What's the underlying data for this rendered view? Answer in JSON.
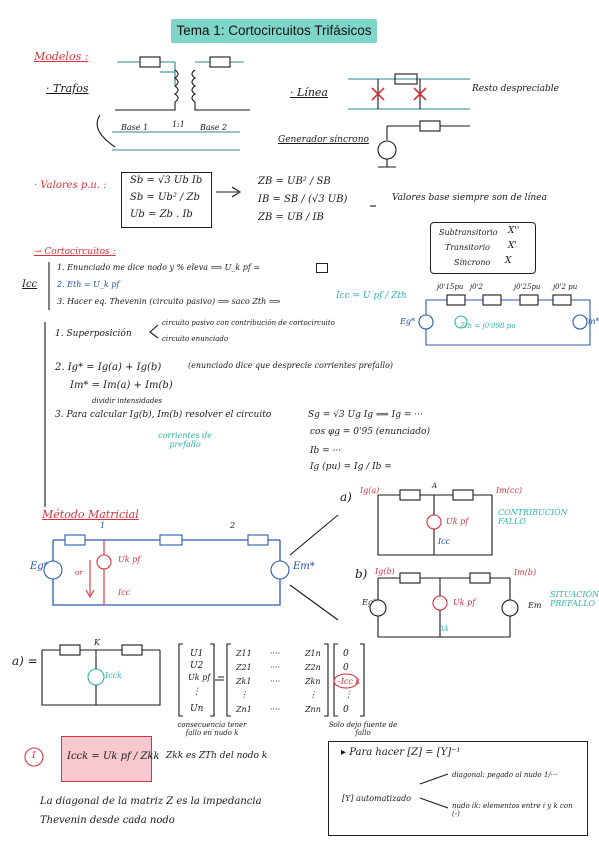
{
  "title": "Tema 1: Cortocircuitos Trifásicos",
  "modelos": {
    "heading": "Modelos :",
    "trafos": "· Trafos",
    "base1": "Base 1",
    "ratio": "1:1",
    "base2": "Base 2",
    "linea": "· Línea",
    "resto": "Resto despreciable",
    "generador": "Generador síncrono"
  },
  "valores_pu": {
    "heading": "· Valores p.u. :",
    "eq1": "Sb = √3 Ub Ib",
    "eq2": "Sb = Ub² / Zb",
    "eq3": "Ub = Zb . Ib",
    "r1": "ZB = UB² / SB",
    "r2": "IB = SB / (√3 UB)",
    "r3": "ZB = UB / IB",
    "note": "Valores base siempre son de línea"
  },
  "reactancias": {
    "sub": "Subtransitorio",
    "sub_sym": "X''",
    "trans": "Transitorio",
    "trans_sym": "X'",
    "sinc": "Síncrono",
    "sinc_sym": "X"
  },
  "cortocircuitos": {
    "heading": "→ Cortocircuitos :",
    "icc": "Icc",
    "step1": "1. Enunciado me dice nodo y % eleva ⟹ U_k pf =",
    "step2": "2. Eth = U_k pf",
    "step3": "3. Hacer eq. Thevenin (circuito pasivo) ⟹ saco Zth ⟹",
    "icc_eq": "Icc = U pf / Zth",
    "circ_labels": [
      "j0'15pu",
      "j0'2",
      "j0'25pu",
      "j0'2 pu"
    ],
    "zth_label": "Zth = j0'098 pu",
    "eg": "Eg*",
    "em": "Em*"
  },
  "superposicion": {
    "s1": "1. Superposición",
    "s1a": "circuito pasivo con contribución de cortocircuito",
    "s1b": "circuito enunciado",
    "s2": "2. Ig* = Ig(a) + Ig(b)",
    "s2b": "Im* = Im(a) + Im(b)",
    "s2note": "(enunciado dice que desprecie corrientes prefallo)",
    "s2sub": "dividir intensidades",
    "s3": "3. Para calcular Ig(b), Im(b) resolver el circuito",
    "s3sub": "corrientes de prefallo",
    "r1": "Sg = √3 Ug Ig ⟹ Ig = ···",
    "r2": "cos φg = 0'95 (enunciado)",
    "r3": "Ib = ···",
    "r4": "Ig (pu) = Ig / Ib ="
  },
  "matricial": {
    "heading": "Método Matricial",
    "node1": "1",
    "node2": "2",
    "eg": "Eg*",
    "em": "Em*",
    "uk": "Uk pf",
    "icc": "Icc",
    "or": "or",
    "a_label": "a)",
    "b_label": "b)",
    "a_top_g": "Ig(a)",
    "a_top_m": "Im(cc)",
    "a_node": "A",
    "a_uk": "Uk pf",
    "a_icc": "Icc",
    "contrib": "CONTRIBUCIÓN FALLO",
    "b_top_g": "Ig(b)",
    "b_top_m": "Im(b)",
    "b_uk": "Uk pf",
    "b_0a": "0A",
    "b_eg": "Eg*",
    "b_em": "Em",
    "situacion": "SITUACIÓN PREFALLO"
  },
  "matriz": {
    "a_label": "a) =",
    "k": "K",
    "icck": "Icck",
    "u_vec": [
      "U1",
      "U2",
      "Uk pf",
      "⋮",
      "Un"
    ],
    "z_rows": [
      [
        "Z11",
        "····",
        "Z1n"
      ],
      [
        "Z21",
        "····",
        "Z2n"
      ],
      [
        "Zk1",
        "····",
        "Zkn"
      ],
      [
        "⋮",
        "",
        "⋮"
      ],
      [
        "Zn1",
        "····",
        "Znn"
      ]
    ],
    "i_vec": [
      "0",
      "0",
      "-Icc k",
      "⋮",
      "0"
    ],
    "note1": "consecuencia tener fallo en nudo k",
    "note2": "Solo dejo fuente de fallo"
  },
  "resultado": {
    "num": "1",
    "formula": "Icck = Uk pf / Zkk",
    "zkk": "Zkk es ZTh del nodo k",
    "diag1": "La diagonal de la matriz Z es la impedancia",
    "diag2": "Thevenin desde cada nodo"
  },
  "hacer": {
    "title": "▸ Para hacer [Z] = [Y]⁻¹",
    "auto": "[Y] automatizado",
    "d1": "diagonal: pegado al nudo 1/···",
    "d2": "nudo ik: elementos entre i y k con (-)"
  }
}
